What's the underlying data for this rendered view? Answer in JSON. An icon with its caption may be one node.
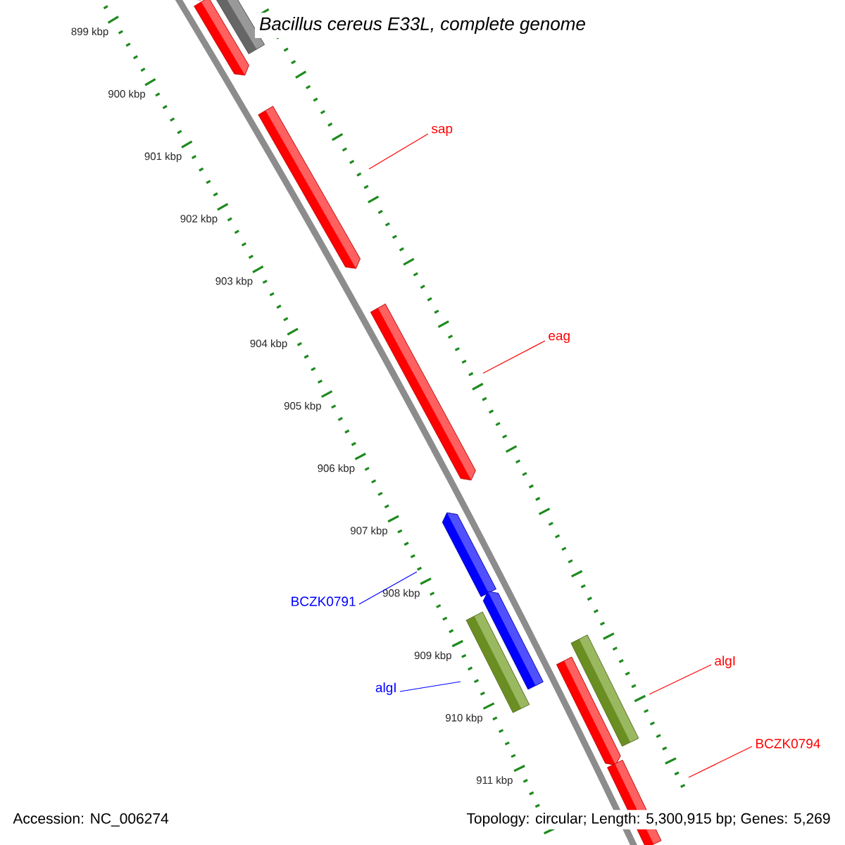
{
  "diagram": {
    "title": "Bacillus cereus E33L, complete genome",
    "nodes": [
      {
        "text": [
          "sap"
        ]
      },
      {
        "text": [
          "eag"
        ]
      },
      {
        "text": [
          "BCZK0791"
        ]
      },
      {
        "text": [
          "algI"
        ]
      },
      {
        "text": [
          "algI"
        ]
      },
      {
        "text": [
          "BCZK0794"
        ]
      }
    ],
    "edges": [
      {
        "from": 0,
        "to": null,
        "arrow": "none"
      },
      {
        "from": 1,
        "to": null,
        "arrow": "none"
      },
      {
        "from": 2,
        "to": null,
        "arrow": "none",
        "color": "#0000ff"
      },
      {
        "from": 3,
        "to": null,
        "arrow": "none",
        "color": "#0000ff"
      },
      {
        "from": 4,
        "to": null,
        "arrow": "none"
      },
      {
        "from": 5,
        "to": null,
        "arrow": "none"
      }
    ],
    "labels": [
      "899 kbp",
      "900 kbp",
      "901 kbp",
      "902 kbp",
      "903 kbp",
      "904 kbp",
      "905 kbp",
      "906 kbp",
      "907 kbp",
      "908 kbp",
      "909 kbp",
      "910 kbp",
      "911 kbp",
      "Accession: NC_006274",
      "Topology: circular; Length: 5,300,915 bp; Genes: 5,269"
    ]
  }
}
